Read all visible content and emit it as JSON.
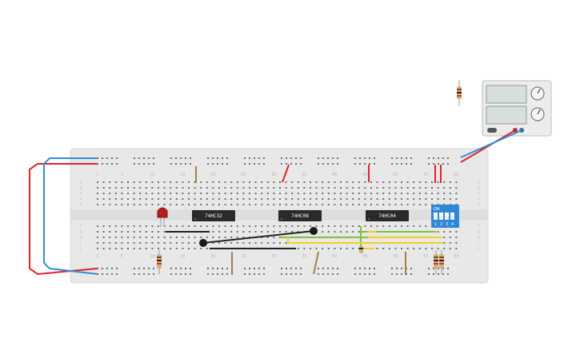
{
  "chips": [
    {
      "label": "74HC32"
    },
    {
      "label": "74HC08"
    },
    {
      "label": "74HC04"
    }
  ],
  "dip_switch": {
    "on_label": "ON",
    "positions": [
      "1",
      "2",
      "3",
      "4"
    ]
  },
  "column_numbers": [
    "1",
    "5",
    "10",
    "15",
    "20",
    "25",
    "30",
    "35",
    "40",
    "45",
    "50",
    "55",
    "60"
  ],
  "row_letters_top": [
    "A",
    "B",
    "C",
    "D",
    "E"
  ],
  "row_letters_bottom": [
    "F",
    "G",
    "H",
    "I",
    "J"
  ],
  "colors": {
    "breadboard": "#e9e9e9",
    "wire_red": "#e0222c",
    "wire_blue": "#2f8fd0",
    "wire_green": "#7ec23c",
    "wire_yellow": "#f2d21e",
    "wire_black": "#222222",
    "wire_brown": "#a57f4a",
    "chip": "#2a2a2a",
    "dip_switch": "#2f87d6",
    "led": "#b91c1c"
  },
  "icons": [
    "power-supply-icon",
    "resistor-icon",
    "led-icon",
    "dip-switch-icon"
  ]
}
